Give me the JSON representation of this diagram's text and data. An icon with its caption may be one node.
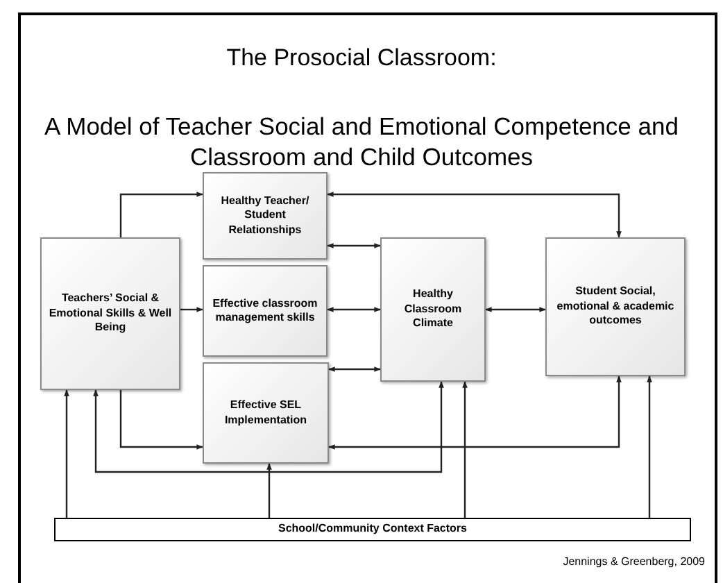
{
  "diagram": {
    "title": "The Prosocial Classroom:",
    "nodes": [
      {
        "text": [
          "Teachers’ Social & Emotional Skills & Well Being"
        ]
      },
      {
        "text": [
          "Healthy Teacher/ Student Relationships"
        ]
      },
      {
        "text": [
          "Effective classroom management skills"
        ]
      },
      {
        "text": [
          "Effective SEL Implementation"
        ]
      },
      {
        "text": [
          "Healthy Classroom Climate"
        ]
      },
      {
        "text": [
          "Student Social, emotional & academic outcomes"
        ]
      },
      {
        "text": [
          "School/Community Context Factors"
        ]
      }
    ],
    "edges": [
      {
        "from": 0,
        "to": 1,
        "arrow": "to"
      },
      {
        "from": 0,
        "to": 2,
        "arrow": "to"
      },
      {
        "from": 0,
        "to": 3,
        "arrow": "to"
      },
      {
        "from": 1,
        "to": 4,
        "arrow": "both"
      },
      {
        "from": 2,
        "to": 4,
        "arrow": "both"
      },
      {
        "from": 3,
        "to": 4,
        "arrow": "both"
      },
      {
        "from": 4,
        "to": 5,
        "arrow": "both"
      },
      {
        "from": 5,
        "to": 1,
        "arrow": "both"
      },
      {
        "from": 3,
        "to": 5,
        "arrow": "both"
      },
      {
        "from": 0,
        "to": 4,
        "arrow": "both"
      },
      {
        "from": 6,
        "to": 0,
        "arrow": "to"
      },
      {
        "from": 6,
        "to": 3,
        "arrow": "to"
      },
      {
        "from": 6,
        "to": 4,
        "arrow": "to"
      },
      {
        "from": 6,
        "to": 5,
        "arrow": "to"
      }
    ],
    "labels": [
      "A Model of Teacher Social and Emotional Competence and Classroom and Child Outcomes",
      "Jennings & Greenberg, 2009"
    ]
  }
}
